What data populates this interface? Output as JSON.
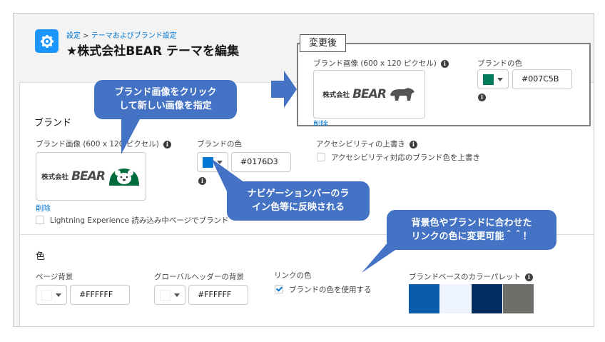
{
  "header": {
    "breadcrumb_root": "設定",
    "breadcrumb_sep": " > ",
    "breadcrumb_current": "テーマおよびブランド設定",
    "title": "★株式会社BEAR テーマを編集"
  },
  "brand_section": {
    "title": "ブランド",
    "brand_image_label": "ブランド画像 (600 x 120 ピクセル)",
    "logo_prefix": "株式会社",
    "logo_name": "BEAR",
    "delete_link": "削除",
    "brand_color_label": "ブランドの色",
    "brand_color_hex": "#0176D3",
    "accessibility_label": "アクセシビリティの上書き",
    "accessibility_checkbox": "アクセシビリティ対応のブランド色を上書き",
    "loading_checkbox": "Lightning Experience 読み込み中ページでブランド"
  },
  "color_section": {
    "title": "色",
    "page_bg_label": "ページ背景",
    "page_bg_hex": "#FFFFFF",
    "global_header_label": "グローバルヘッダーの背景",
    "global_header_hex": "#FFFFFF",
    "link_color_label": "リンクの色",
    "link_color_checkbox": "ブランドの色を使用する",
    "palette_label": "ブランドベースのカラーパレット",
    "palette": [
      "#0b5cab",
      "#eef4ff",
      "#032d60",
      "#706e6b"
    ]
  },
  "after_panel": {
    "tag": "変更後",
    "brand_image_label": "ブランド画像 (600 x 120 ピクセル)",
    "brand_color_label": "ブランドの色",
    "brand_color_hex": "#007C5B",
    "delete_link": "削除"
  },
  "annotations": {
    "bubble_image_1": "ブランド画像をクリック",
    "bubble_image_2": "して新しい画像を指定",
    "bubble_nav_1": "ナビゲーションバーのラ",
    "bubble_nav_2": "イン色等に反映される",
    "bubble_bg_1": "背景色やブランドに合わせた",
    "bubble_bg_2": "リンクの色に変更可能＾＾！"
  },
  "colors": {
    "brand_before": "#0176d3",
    "brand_after": "#007c5b",
    "bubble": "#4472c4",
    "bear_green": "#006b3c"
  }
}
